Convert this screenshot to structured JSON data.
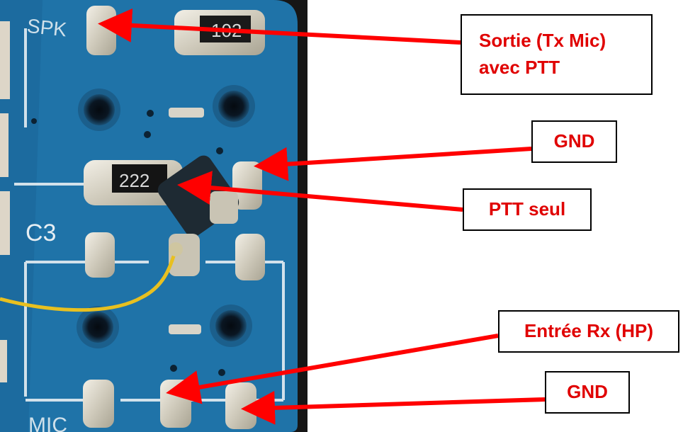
{
  "photo": {
    "silkscreen": {
      "spk": "SPK",
      "c3": "C3",
      "mic": "MIC",
      "resistor_top": "102",
      "resistor_mid": "222"
    },
    "colors": {
      "pcb": "#1f73a8",
      "pcb_dark": "#165a86",
      "background": "#ffffff",
      "frame_dark": "#141414",
      "silk": "#e6eef3",
      "pad": "#d6d2c4",
      "wire": "#e8c020",
      "arrow": "#ff0000",
      "label": "#e00000"
    }
  },
  "callouts": {
    "sortie": "Sortie (Tx Mic)\navec PTT",
    "gnd_top": "GND",
    "ptt": "PTT seul",
    "rx": "Entrée Rx (HP)",
    "gnd_bottom": "GND"
  }
}
